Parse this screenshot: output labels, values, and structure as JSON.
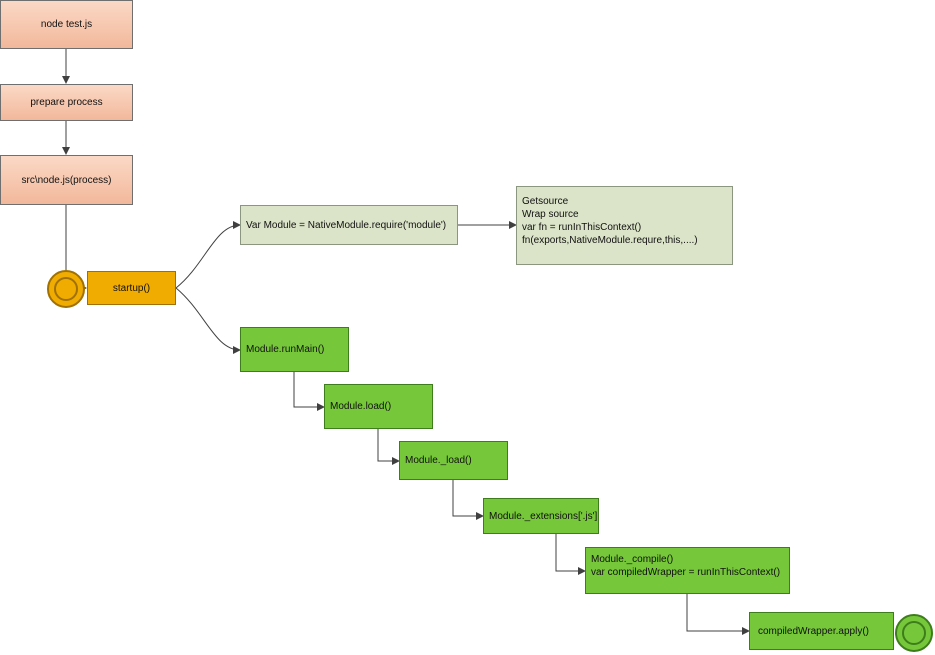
{
  "nodes": {
    "node_cmd": "node test.js",
    "prepare": "prepare process",
    "node_js": "src\\node.js(process)",
    "startup": "startup()",
    "var_module": "Var Module = NativeModule.require('module')",
    "getsource": [
      "Getsource",
      "Wrap source",
      "var fn = runInThisContext()",
      "fn(exports,NativeModule.requre,this,....)"
    ],
    "run_main": "Module.runMain()",
    "load": "Module.load()",
    "_load": "Module._load()",
    "extensions": "Module._extensions['.js']",
    "compile": [
      "Module._compile()",
      "var compiledWrapper = runInThisContext()"
    ],
    "apply": "compiledWrapper.apply()"
  },
  "colors": {
    "peach": "#f2b89b",
    "orange": "#f0ac00",
    "sage": "#dbe4c8",
    "green": "#76c83a",
    "connector": "#404040"
  }
}
